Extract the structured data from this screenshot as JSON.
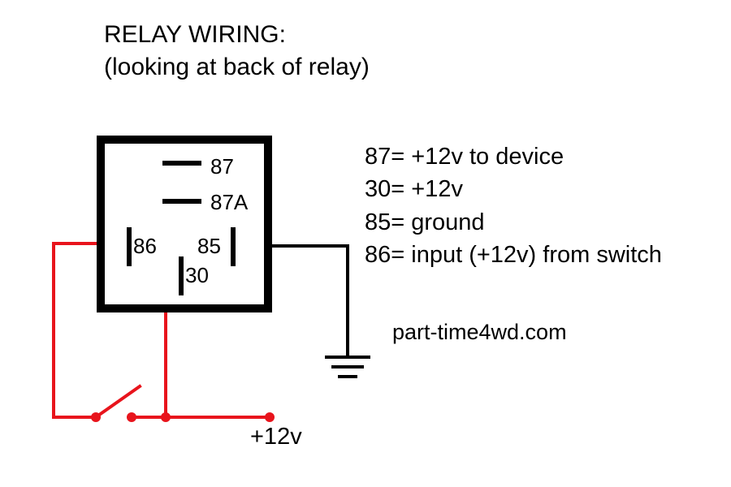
{
  "title": {
    "line1": "RELAY WIRING:",
    "line2": "(looking at back of relay)"
  },
  "relay": {
    "pins": {
      "p87": "87",
      "p87a": "87A",
      "p86": "86",
      "p85": "85",
      "p30": "30"
    }
  },
  "legend": {
    "items": [
      "87= +12v to device",
      "30= +12v",
      "85= ground",
      "86= input (+12v) from switch"
    ]
  },
  "supply_label": "+12v",
  "website": "part-time4wd.com",
  "colors": {
    "wire_positive": "#e8141c",
    "wire_ground": "#000000",
    "relay_body": "#000000"
  }
}
